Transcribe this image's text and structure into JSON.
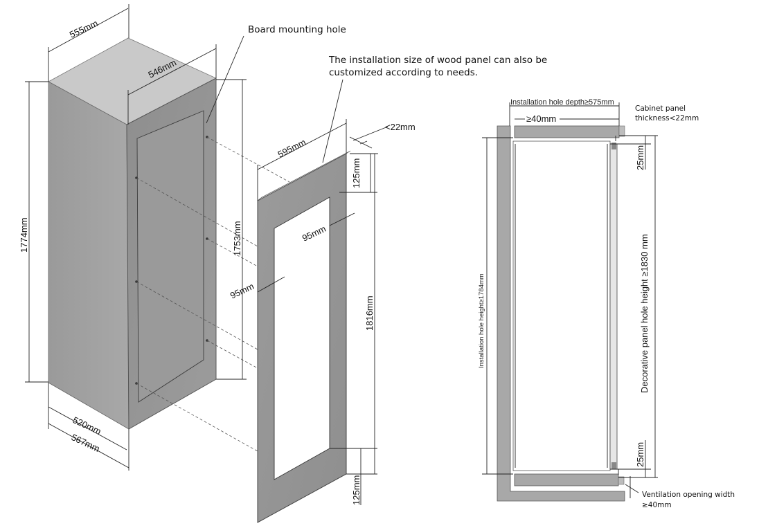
{
  "labels": {
    "board_mounting_hole": "Board mounting hole",
    "customize_note_line1": "The installation size of wood panel can also be",
    "customize_note_line2": "customized according to needs."
  },
  "cabinet": {
    "depth_top": "555mm",
    "depth_inner": "546mm",
    "height": "1774mm",
    "door_height": "1753mm",
    "width_bottom_inner": "520mm",
    "width_bottom_outer": "567mm"
  },
  "panel": {
    "width": "595mm",
    "thickness": "<22mm",
    "top_frame": "125mm",
    "side_frame_right": "95mm",
    "side_frame_left": "95mm",
    "height": "1816mm",
    "bottom_frame": "125mm"
  },
  "side_view": {
    "install_depth": "Installation hole depth≥575mm",
    "gap": "≥40mm",
    "cabinet_panel_line1": "Cabinet panel",
    "cabinet_panel_line2": "thickness<22mm",
    "top_gap": "25mm",
    "bottom_gap": "25mm",
    "install_height": "Installation hole height≥1784mm",
    "decorative_height": "Decorative panel hole height ≥1830 mm",
    "vent_line1": "Ventilation opening width",
    "vent_line2": "≥40mm"
  }
}
